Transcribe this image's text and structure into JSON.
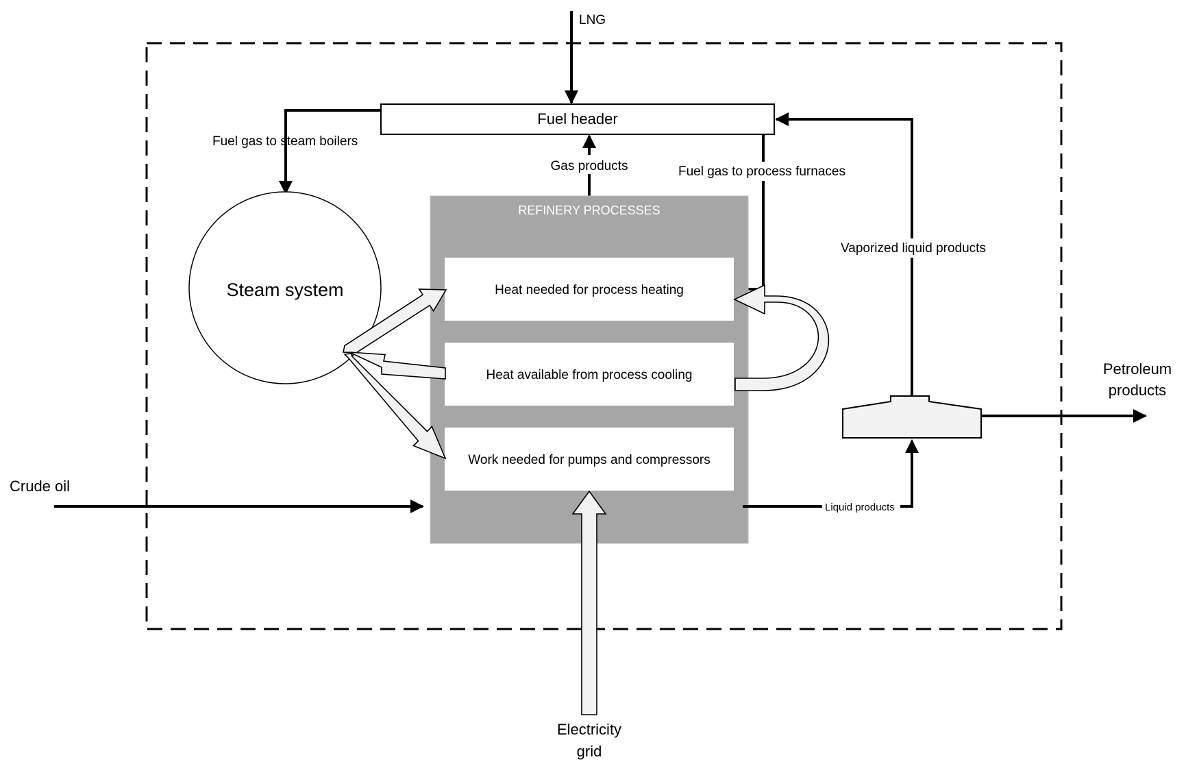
{
  "labels": {
    "lng": "LNG",
    "fuel_header": "Fuel header",
    "fuel_gas_steam_boilers": "Fuel gas to steam boilers",
    "gas_products": "Gas products",
    "fuel_gas_process_furnaces": "Fuel gas to process furnaces",
    "vaporized_liquid_products": "Vaporized liquid products",
    "steam_system": "Steam system",
    "refinery_processes": "REFINERY PROCESSES",
    "heat_needed": "Heat needed for process heating",
    "heat_available": "Heat available from process cooling",
    "work_needed": "Work needed for pumps and compressors",
    "crude_oil": "Crude oil",
    "liquid_products": "Liquid products",
    "petroleum_products_1": "Petroleum",
    "petroleum_products_2": "products",
    "electricity_grid_1": "Electricity",
    "electricity_grid_2": "grid"
  },
  "colors": {
    "refinery_block": "#a6a6a6",
    "hollow_arrow_fill": "#f2f2f2",
    "tank_fill": "#f2f2f2"
  }
}
